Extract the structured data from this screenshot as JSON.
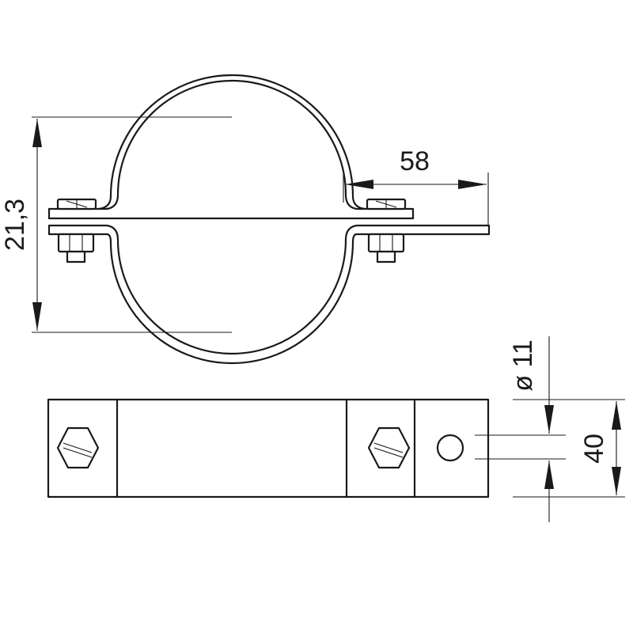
{
  "dimensions": {
    "diameter_label": "21,3",
    "width_label": "58",
    "hole_label": "ø 11",
    "height_label": "40"
  }
}
